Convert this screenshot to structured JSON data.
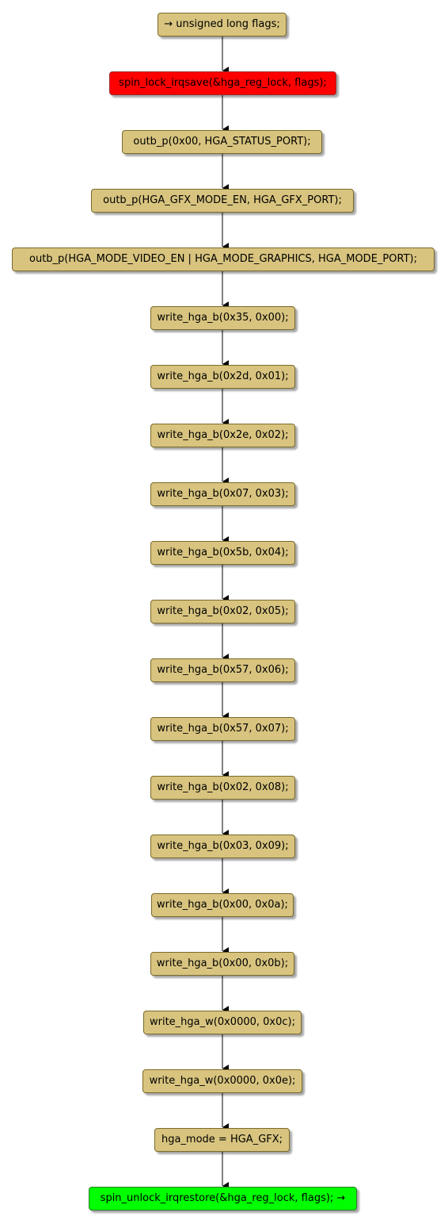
{
  "diagram": {
    "nodes": [
      {
        "id": "n0",
        "label": "→ unsigned long flags;",
        "kind": "statement",
        "fill": "#d8c47f"
      },
      {
        "id": "n1",
        "label": "spin_lock_irqsave(&hga_reg_lock, flags);",
        "kind": "lock",
        "fill": "#ff0000"
      },
      {
        "id": "n2",
        "label": "outb_p(0x00, HGA_STATUS_PORT);",
        "kind": "statement",
        "fill": "#d8c47f"
      },
      {
        "id": "n3",
        "label": "outb_p(HGA_GFX_MODE_EN, HGA_GFX_PORT);",
        "kind": "statement",
        "fill": "#d8c47f"
      },
      {
        "id": "n4",
        "label": "outb_p(HGA_MODE_VIDEO_EN | HGA_MODE_GRAPHICS, HGA_MODE_PORT);",
        "kind": "statement",
        "fill": "#d8c47f"
      },
      {
        "id": "n5",
        "label": "write_hga_b(0x35, 0x00);",
        "kind": "statement",
        "fill": "#d8c47f"
      },
      {
        "id": "n6",
        "label": "write_hga_b(0x2d, 0x01);",
        "kind": "statement",
        "fill": "#d8c47f"
      },
      {
        "id": "n7",
        "label": "write_hga_b(0x2e, 0x02);",
        "kind": "statement",
        "fill": "#d8c47f"
      },
      {
        "id": "n8",
        "label": "write_hga_b(0x07, 0x03);",
        "kind": "statement",
        "fill": "#d8c47f"
      },
      {
        "id": "n9",
        "label": "write_hga_b(0x5b, 0x04);",
        "kind": "statement",
        "fill": "#d8c47f"
      },
      {
        "id": "n10",
        "label": "write_hga_b(0x02, 0x05);",
        "kind": "statement",
        "fill": "#d8c47f"
      },
      {
        "id": "n11",
        "label": "write_hga_b(0x57, 0x06);",
        "kind": "statement",
        "fill": "#d8c47f"
      },
      {
        "id": "n12",
        "label": "write_hga_b(0x57, 0x07);",
        "kind": "statement",
        "fill": "#d8c47f"
      },
      {
        "id": "n13",
        "label": "write_hga_b(0x02, 0x08);",
        "kind": "statement",
        "fill": "#d8c47f"
      },
      {
        "id": "n14",
        "label": "write_hga_b(0x03, 0x09);",
        "kind": "statement",
        "fill": "#d8c47f"
      },
      {
        "id": "n15",
        "label": "write_hga_b(0x00, 0x0a);",
        "kind": "statement",
        "fill": "#d8c47f"
      },
      {
        "id": "n16",
        "label": "write_hga_b(0x00, 0x0b);",
        "kind": "statement",
        "fill": "#d8c47f"
      },
      {
        "id": "n17",
        "label": "write_hga_w(0x0000, 0x0c);",
        "kind": "statement",
        "fill": "#d8c47f"
      },
      {
        "id": "n18",
        "label": "write_hga_w(0x0000, 0x0e);",
        "kind": "statement",
        "fill": "#d8c47f"
      },
      {
        "id": "n19",
        "label": "hga_mode = HGA_GFX;",
        "kind": "statement",
        "fill": "#d8c47f"
      },
      {
        "id": "n20",
        "label": "spin_unlock_irqrestore(&hga_reg_lock, flags); →",
        "kind": "unlock",
        "fill": "#00ff00"
      }
    ],
    "edges": [
      [
        "n0",
        "n1"
      ],
      [
        "n1",
        "n2"
      ],
      [
        "n2",
        "n3"
      ],
      [
        "n3",
        "n4"
      ],
      [
        "n4",
        "n5"
      ],
      [
        "n5",
        "n6"
      ],
      [
        "n6",
        "n7"
      ],
      [
        "n7",
        "n8"
      ],
      [
        "n8",
        "n9"
      ],
      [
        "n9",
        "n10"
      ],
      [
        "n10",
        "n11"
      ],
      [
        "n11",
        "n12"
      ],
      [
        "n12",
        "n13"
      ],
      [
        "n13",
        "n14"
      ],
      [
        "n14",
        "n15"
      ],
      [
        "n15",
        "n16"
      ],
      [
        "n16",
        "n17"
      ],
      [
        "n17",
        "n18"
      ],
      [
        "n18",
        "n19"
      ],
      [
        "n19",
        "n20"
      ]
    ],
    "edge_color": "#000000"
  }
}
